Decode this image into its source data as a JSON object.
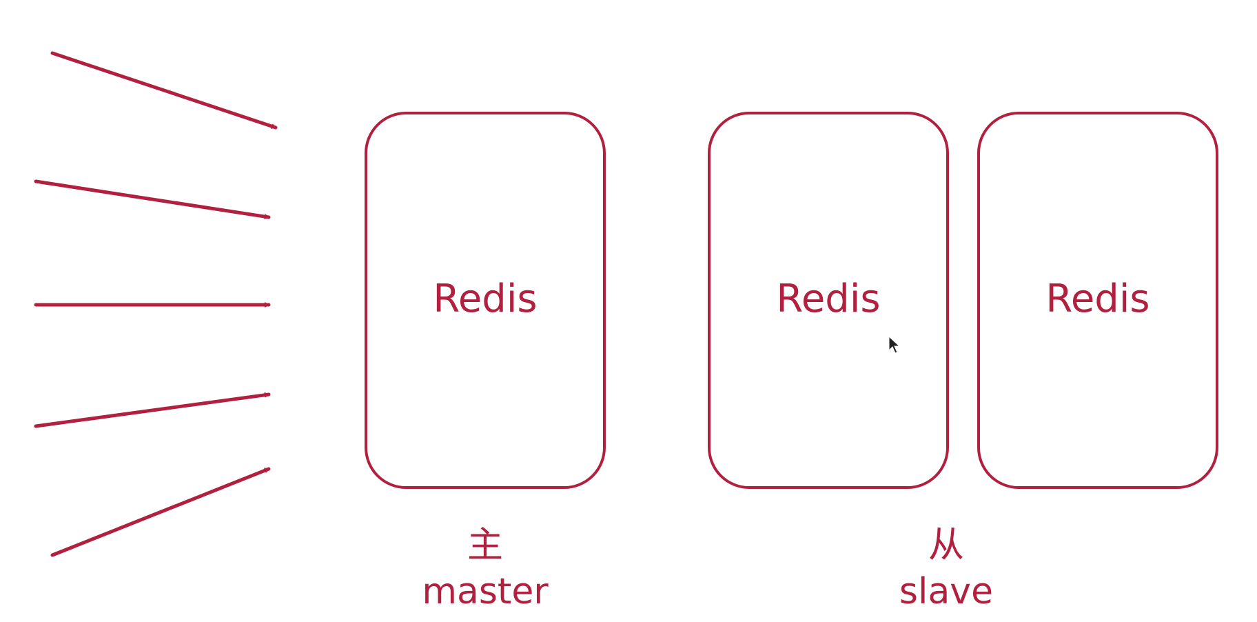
{
  "nodes": {
    "master": {
      "label": "Redis"
    },
    "slave_1": {
      "label": "Redis"
    },
    "slave_2": {
      "label": "Redis"
    }
  },
  "roles": {
    "master": {
      "zh": "主",
      "en": "master"
    },
    "slave": {
      "zh": "从",
      "en": "slave"
    }
  },
  "colors": {
    "accent": "#b1203f",
    "background": "#ffffff"
  }
}
